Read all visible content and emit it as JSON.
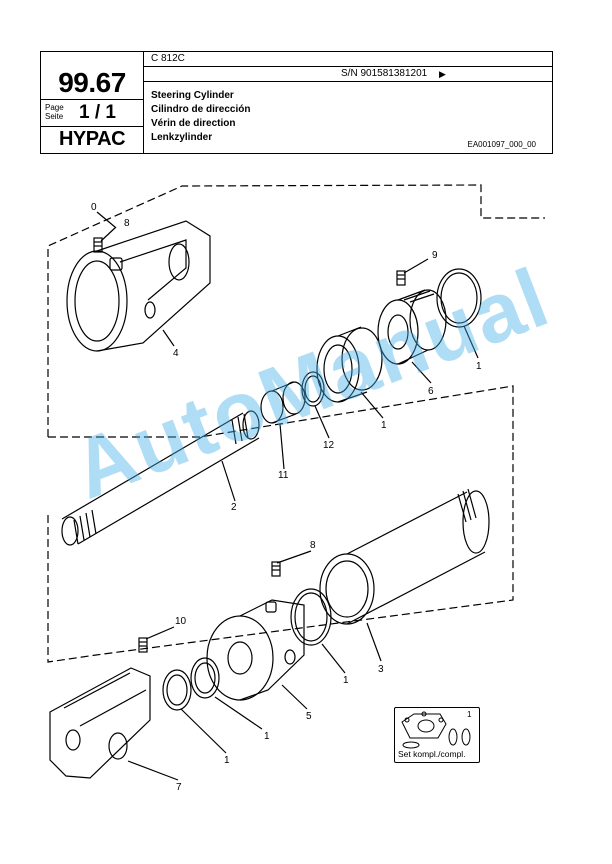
{
  "header": {
    "section_number": "99.67",
    "page_label_1": "Page",
    "page_label_2": "Seite",
    "page_value": "1 / 1",
    "brand": "HYPAC",
    "model": "C 812C",
    "serial": "S/N 901581381201",
    "serial_arrow": "▶",
    "titles": [
      "Steering Cylinder",
      "Cilindro de dirección",
      "Vérin de direction",
      "Lenkzylinder"
    ],
    "doc_ref": "EA001097_000_00"
  },
  "callouts": [
    "0",
    "8",
    "4",
    "9",
    "1",
    "6",
    "1",
    "12",
    "11",
    "2",
    "8",
    "3",
    "1",
    "5",
    "1",
    "10",
    "1",
    "7"
  ],
  "set_box": {
    "number": "1",
    "label": "Set kompl./compl."
  },
  "watermark": "AutoManual"
}
